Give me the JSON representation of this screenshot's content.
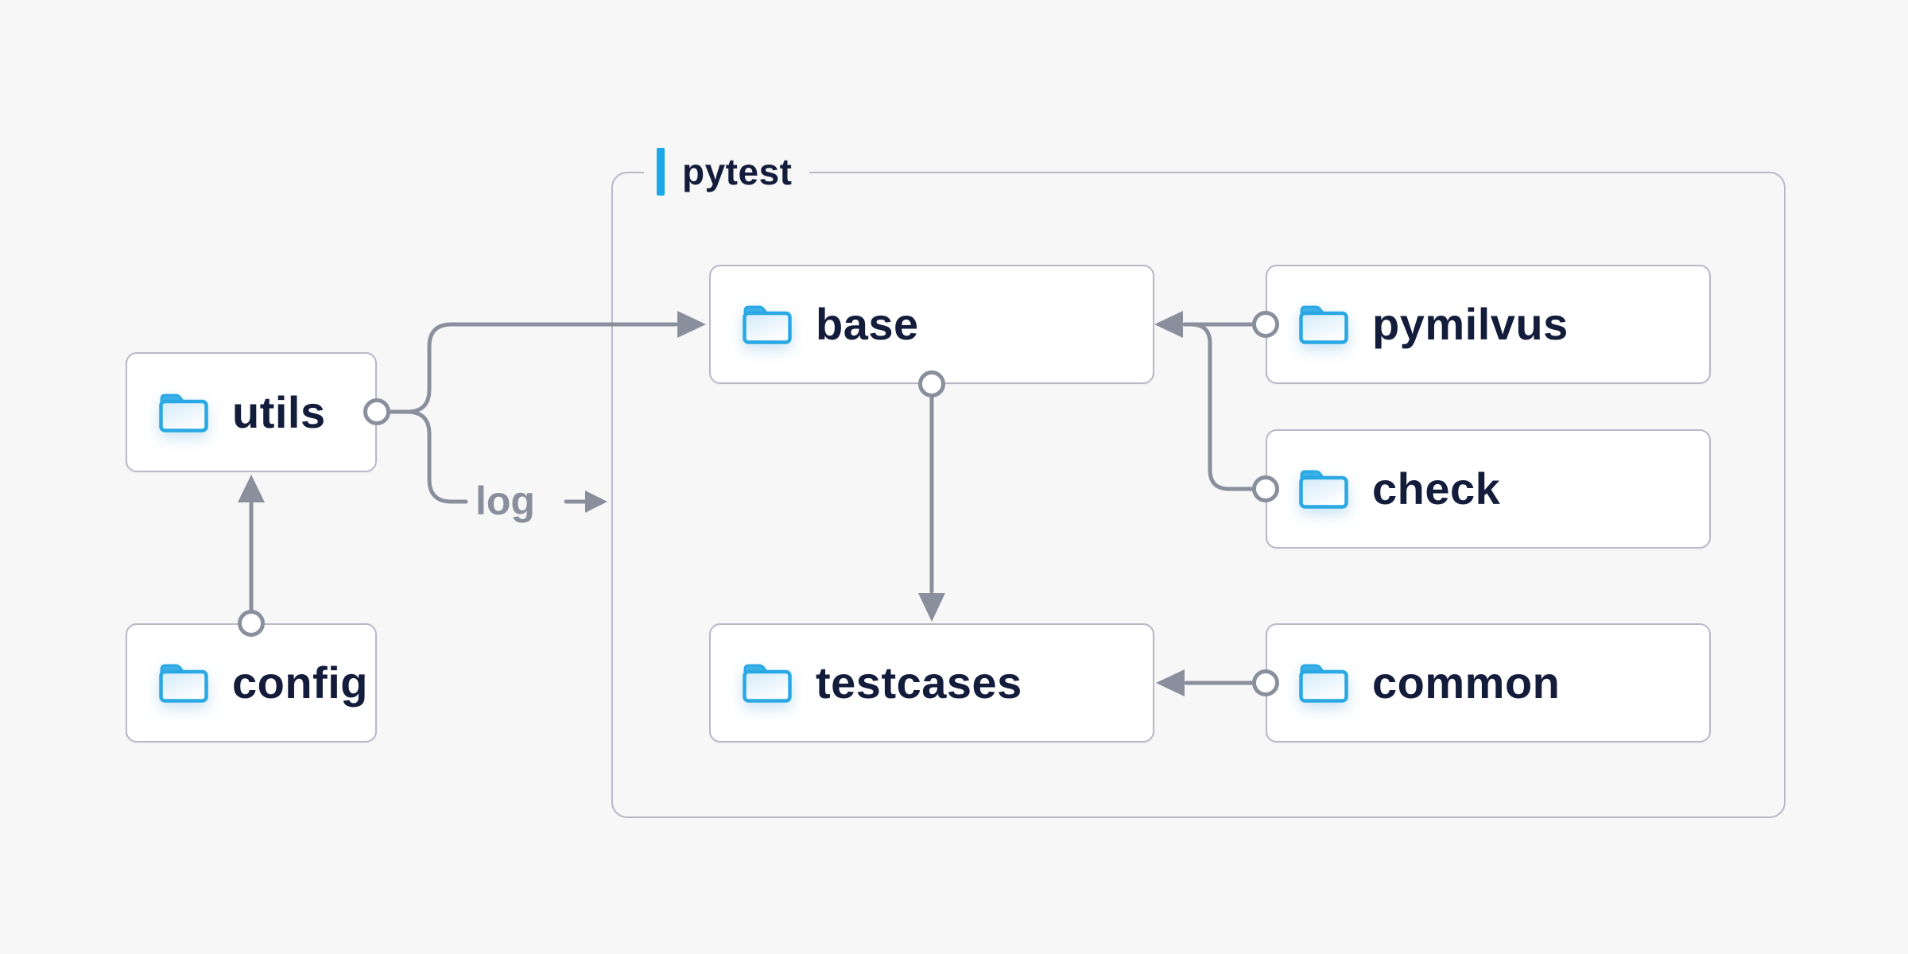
{
  "diagram": {
    "background_color": "#f7f7f8",
    "group": {
      "label": "pytest",
      "accent_color": "#1aa7e8"
    },
    "nodes": {
      "utils": {
        "label": "utils",
        "icon": "folder-icon"
      },
      "config": {
        "label": "config",
        "icon": "folder-icon"
      },
      "base": {
        "label": "base",
        "icon": "folder-icon"
      },
      "pymilvus": {
        "label": "pymilvus",
        "icon": "folder-icon"
      },
      "check": {
        "label": "check",
        "icon": "folder-icon"
      },
      "testcases": {
        "label": "testcases",
        "icon": "folder-icon"
      },
      "common": {
        "label": "common",
        "icon": "folder-icon"
      }
    },
    "edges": [
      {
        "from": "config",
        "to": "utils"
      },
      {
        "from": "utils",
        "to": "base"
      },
      {
        "from": "utils",
        "to": "pytest-group",
        "label": "log"
      },
      {
        "from": "pymilvus",
        "to": "base"
      },
      {
        "from": "check",
        "to": "base"
      },
      {
        "from": "base",
        "to": "testcases"
      },
      {
        "from": "common",
        "to": "testcases"
      }
    ],
    "colors": {
      "wire": "#8a8f9d",
      "node_border": "#b9b8c7",
      "node_fill": "#ffffff",
      "label_text": "#131d3b",
      "edge_label_text": "#8a8f9d",
      "folder_stroke": "#29a8e3",
      "folder_tab": "#3db0e8",
      "accent_blue": "#1aa7e8"
    }
  }
}
